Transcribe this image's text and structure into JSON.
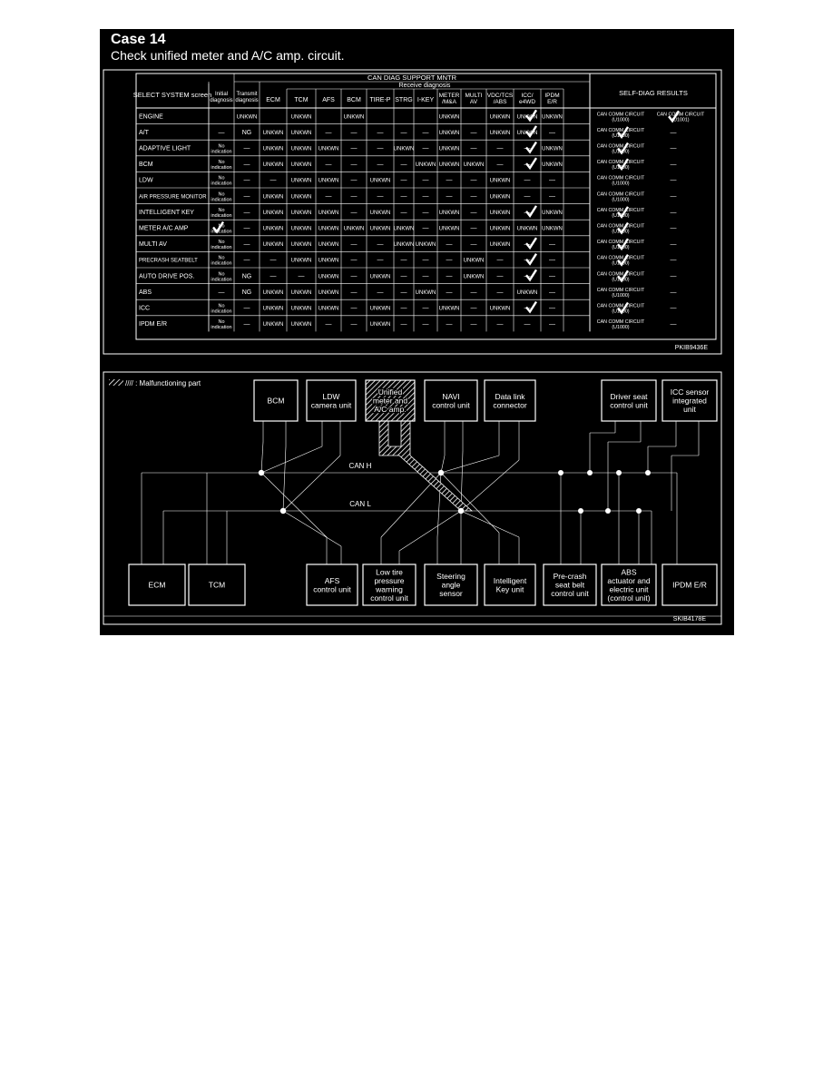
{
  "page": {
    "case_title": "Case 14",
    "case_subtitle": "Check unified meter and A/C amp. circuit."
  },
  "table": {
    "header_top": "CAN DIAG SUPPORT MNTR",
    "select_system_header": "SELECT SYSTEM screen",
    "initial_diag": [
      "Initial",
      "diagnosis"
    ],
    "transmit_diag": [
      "Transmit",
      "diagnosis"
    ],
    "receive_diag": "Receive diagnosis",
    "self_diag_header": "SELF-DIAG RESULTS",
    "receive_columns": [
      [
        "ECM"
      ],
      [
        "TCM"
      ],
      [
        "AFS"
      ],
      [
        "BCM"
      ],
      [
        "TIRE-P"
      ],
      [
        "STRG"
      ],
      [
        "I-KEY"
      ],
      [
        "METER",
        "/M&A"
      ],
      [
        "MULTI",
        "AV"
      ],
      [
        "VDC/TCS",
        "/ABS"
      ],
      [
        "ICC/",
        "e4WD"
      ],
      [
        "IPDM",
        "E/R"
      ]
    ],
    "rows": [
      {
        "system": "ENGINE",
        "initial": "",
        "transmit": "UNKWN",
        "cells": [
          "",
          "UNKWN",
          "",
          "UNKWN",
          "",
          "",
          "",
          "UNKWN",
          "",
          "UNKWN",
          "UNKWN",
          "UNKWN"
        ],
        "check_meter": true,
        "self1": [
          "CAN COMM CIRCUIT",
          "(U1000)"
        ],
        "self2": [
          "CAN COMM CIRCUIT",
          "(U1001)"
        ],
        "self1_check": false,
        "self2_check": true,
        "initial_check": false
      },
      {
        "system": "A/T",
        "initial": "—",
        "transmit": "NG",
        "cells": [
          "UNKWN",
          "UNKWN",
          "—",
          "—",
          "—",
          "—",
          "—",
          "UNKWN",
          "—",
          "UNKWN",
          "UNKWN",
          "—"
        ],
        "check_meter": true,
        "self1": [
          "CAN COMM CIRCUIT",
          "(U1000)"
        ],
        "self2": [
          "—"
        ],
        "self1_check": true,
        "self2_check": false,
        "initial_check": false
      },
      {
        "system": "ADAPTIVE LIGHT",
        "initial": "No indication",
        "transmit": "—",
        "cells": [
          "UNKWN",
          "UNKWN",
          "UNKWN",
          "—",
          "—",
          "UNKWN",
          "—",
          "UNKWN",
          "—",
          "—",
          "—",
          "UNKWN"
        ],
        "check_meter": true,
        "self1": [
          "CAN COMM CIRCUIT",
          "(U1000)"
        ],
        "self2": [
          "—"
        ],
        "self1_check": true,
        "self2_check": false,
        "initial_check": false
      },
      {
        "system": "BCM",
        "initial": "No indication",
        "transmit": "—",
        "cells": [
          "UNKWN",
          "UNKWN",
          "—",
          "—",
          "—",
          "—",
          "UNKWN",
          "UNKWN",
          "UNKWN",
          "—",
          "—",
          "UNKWN"
        ],
        "check_meter": true,
        "self1": [
          "CAN COMM CIRCUIT",
          "(U1000)"
        ],
        "self2": [
          "—"
        ],
        "self1_check": true,
        "self2_check": false,
        "initial_check": false
      },
      {
        "system": "LDW",
        "initial": "No indication",
        "transmit": "—",
        "cells": [
          "—",
          "UNKWN",
          "UNKWN",
          "—",
          "UNKWN",
          "—",
          "—",
          "—",
          "—",
          "UNKWN",
          "—",
          "—"
        ],
        "check_meter": false,
        "self1": [
          "CAN COMM CIRCUIT",
          "(U1000)"
        ],
        "self2": [
          "—"
        ],
        "self1_check": false,
        "self2_check": false,
        "initial_check": false
      },
      {
        "system": "AIR PRESSURE MONITOR",
        "initial": "No indication",
        "transmit": "—",
        "cells": [
          "UNKWN",
          "UNKWN",
          "—",
          "—",
          "—",
          "—",
          "—",
          "—",
          "—",
          "UNKWN",
          "—",
          "—"
        ],
        "check_meter": false,
        "self1": [
          "CAN COMM CIRCUIT",
          "(U1000)"
        ],
        "self2": [
          "—"
        ],
        "self1_check": false,
        "self2_check": false,
        "initial_check": false
      },
      {
        "system": "INTELLIGENT KEY",
        "initial": "No indication",
        "transmit": "—",
        "cells": [
          "UNKWN",
          "UNKWN",
          "UNKWN",
          "—",
          "UNKWN",
          "—",
          "—",
          "UNKWN",
          "—",
          "UNKWN",
          "—",
          "UNKWN"
        ],
        "check_meter": true,
        "self1": [
          "CAN COMM CIRCUIT",
          "(U1000)"
        ],
        "self2": [
          "—"
        ],
        "self1_check": true,
        "self2_check": false,
        "initial_check": false
      },
      {
        "system": "METER A/C AMP",
        "initial": "No indication",
        "transmit": "—",
        "cells": [
          "UNKWN",
          "UNKWN",
          "UNKWN",
          "UNKWN",
          "UNKWN",
          "UNKWN",
          "—",
          "UNKWN",
          "—",
          "UNKWN",
          "UNKWN",
          "UNKWN"
        ],
        "check_meter": false,
        "self1": [
          "CAN COMM CIRCUIT",
          "(U1000)"
        ],
        "self2": [
          "—"
        ],
        "self1_check": true,
        "self2_check": false,
        "initial_check": true
      },
      {
        "system": "MULTI AV",
        "initial": "No indication",
        "transmit": "—",
        "cells": [
          "UNKWN",
          "UNKWN",
          "UNKWN",
          "—",
          "—",
          "UNKWN",
          "UNKWN",
          "—",
          "—",
          "UNKWN",
          "—",
          "—"
        ],
        "check_meter": true,
        "self1": [
          "CAN COMM CIRCUIT",
          "(U1000)"
        ],
        "self2": [
          "—"
        ],
        "self1_check": true,
        "self2_check": false,
        "initial_check": false
      },
      {
        "system": "PRECRASH SEATBELT",
        "initial": "No indication",
        "transmit": "—",
        "cells": [
          "—",
          "UNKWN",
          "UNKWN",
          "—",
          "—",
          "—",
          "—",
          "—",
          "UNKWN",
          "—",
          "—",
          "—"
        ],
        "check_meter": true,
        "self1": [
          "CAN COMM CIRCUIT",
          "(U1000)"
        ],
        "self2": [
          "—"
        ],
        "self1_check": true,
        "self2_check": false,
        "initial_check": false
      },
      {
        "system": "AUTO DRIVE POS.",
        "initial": "No indication",
        "transmit": "NG",
        "cells": [
          "—",
          "—",
          "UNKWN",
          "—",
          "UNKWN",
          "—",
          "—",
          "—",
          "UNKWN",
          "—",
          "—",
          "—"
        ],
        "check_meter": true,
        "self1": [
          "CAN COMM CIRCUIT",
          "(U1000)"
        ],
        "self2": [
          "—"
        ],
        "self1_check": true,
        "self2_check": false,
        "initial_check": false
      },
      {
        "system": "ABS",
        "initial": "—",
        "transmit": "NG",
        "cells": [
          "UNKWN",
          "UNKWN",
          "UNKWN",
          "—",
          "—",
          "—",
          "UNKWN",
          "—",
          "—",
          "—",
          "UNKWN",
          "—"
        ],
        "check_meter": false,
        "self1": [
          "CAN COMM CIRCUIT",
          "(U1000)"
        ],
        "self2": [
          "—"
        ],
        "self1_check": false,
        "self2_check": false,
        "initial_check": false
      },
      {
        "system": "ICC",
        "initial": "No indication",
        "transmit": "—",
        "cells": [
          "UNKWN",
          "UNKWN",
          "UNKWN",
          "—",
          "UNKWN",
          "—",
          "—",
          "UNKWN",
          "—",
          "UNKWN",
          "—",
          "—"
        ],
        "check_meter": true,
        "self1": [
          "CAN COMM CIRCUIT",
          "(U1000)"
        ],
        "self2": [
          "—"
        ],
        "self1_check": true,
        "self2_check": false,
        "initial_check": false
      },
      {
        "system": "IPDM E/R",
        "initial": "No indication",
        "transmit": "—",
        "cells": [
          "UNKWN",
          "UNKWN",
          "—",
          "—",
          "UNKWN",
          "—",
          "—",
          "—",
          "—",
          "—",
          "—",
          "—"
        ],
        "check_meter": false,
        "self1": [
          "CAN COMM CIRCUIT",
          "(U1000)"
        ],
        "self2": [
          "—"
        ],
        "self1_check": false,
        "self2_check": false,
        "initial_check": false
      }
    ],
    "figure_code": "PKIB9436E"
  },
  "diagram": {
    "legend": "//// : Malfunctioning part",
    "can_h_label": "CAN H",
    "can_l_label": "CAN L",
    "figure_code": "SKIB4178E",
    "top_units": [
      {
        "id": "bcm",
        "lines": [
          "BCM"
        ]
      },
      {
        "id": "ldw",
        "lines": [
          "LDW",
          "camera unit"
        ]
      },
      {
        "id": "meter",
        "lines": [
          "Unified",
          "meter and",
          "A/C amp."
        ],
        "malfunction": true
      },
      {
        "id": "navi",
        "lines": [
          "NAVI",
          "control unit"
        ]
      },
      {
        "id": "datalink",
        "lines": [
          "Data link",
          "connector"
        ]
      },
      {
        "id": "driverseat",
        "lines": [
          "Driver seat",
          "control unit"
        ]
      },
      {
        "id": "icc",
        "lines": [
          "ICC sensor",
          "integrated",
          "unit"
        ]
      }
    ],
    "bottom_units": [
      {
        "id": "ecm",
        "lines": [
          "ECM"
        ]
      },
      {
        "id": "tcm",
        "lines": [
          "TCM"
        ]
      },
      {
        "id": "afs",
        "lines": [
          "AFS",
          "control unit"
        ]
      },
      {
        "id": "tire",
        "lines": [
          "Low tire",
          "pressure",
          "warning",
          "control unit"
        ]
      },
      {
        "id": "steering",
        "lines": [
          "Steering",
          "angle",
          "sensor"
        ]
      },
      {
        "id": "ikey",
        "lines": [
          "Intelligent",
          "Key unit"
        ]
      },
      {
        "id": "precrash",
        "lines": [
          "Pre-crash",
          "seat belt",
          "control unit"
        ]
      },
      {
        "id": "abs",
        "lines": [
          "ABS",
          "actuator and",
          "electric unit",
          "(control unit)"
        ]
      },
      {
        "id": "ipdm",
        "lines": [
          "IPDM E/R"
        ]
      }
    ]
  }
}
